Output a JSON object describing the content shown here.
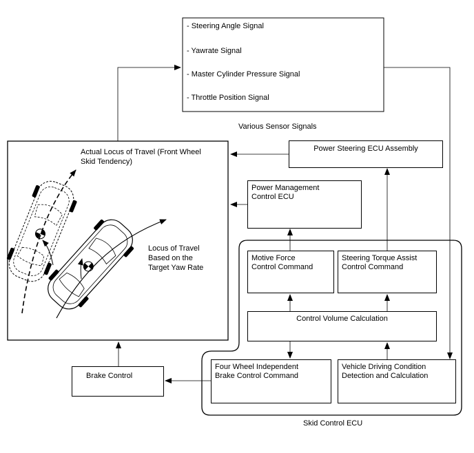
{
  "sensor_signals": {
    "items": [
      "- Steering Angle Signal",
      "- Yawrate Signal",
      "- Master Cylinder Pressure Signal",
      "- Throttle Position Signal"
    ],
    "caption": "Various Sensor Signals"
  },
  "vehicle_panel": {
    "actual_locus": "Actual Locus of Travel (Front Wheel\nSkid Tendency)",
    "target_locus": "Locus of Travel\nBased on the\nTarget Yaw Rate"
  },
  "boxes": {
    "power_steering": "Power Steering ECU Assembly",
    "power_management": "Power Management\nControl ECU",
    "motive_force": "Motive Force\nControl Command",
    "steering_torque": "Steering Torque Assist\nControl Command",
    "control_volume": "Control Volume Calculation",
    "four_wheel": "Four Wheel Independent\nBrake Control Command",
    "vehicle_driving": "Vehicle Driving Condition\nDetection and Calculation",
    "brake_control": "Brake Control"
  },
  "skid_control_caption": "Skid Control ECU"
}
